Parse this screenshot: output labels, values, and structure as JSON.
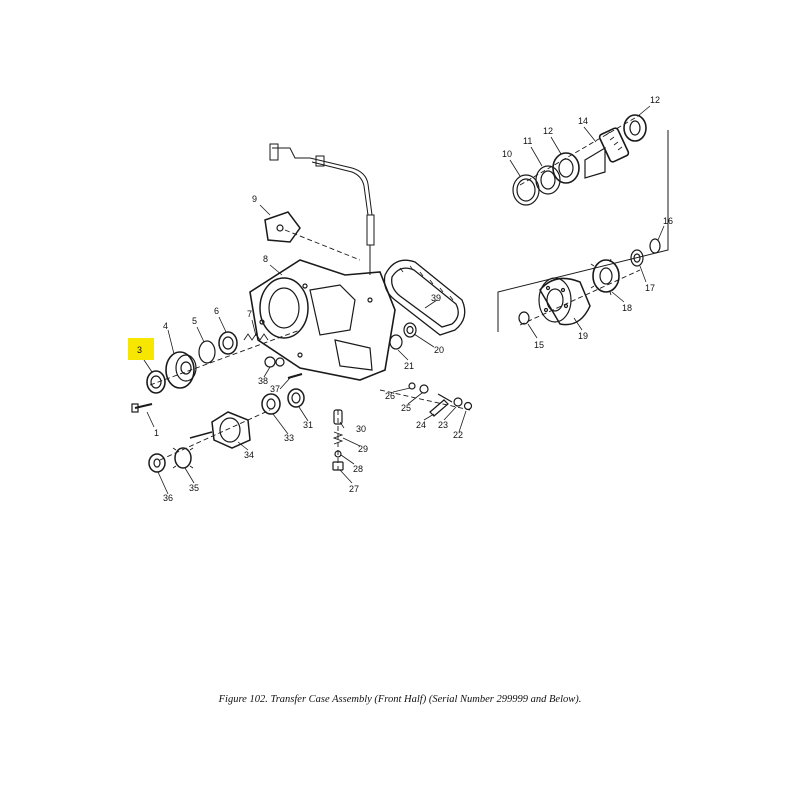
{
  "figure": {
    "caption": "Figure 102.  Transfer Case Assembly (Front Half) (Serial Number 299999 and Below).",
    "highlight_color": "#f7e600",
    "highlighted_callout": "3"
  },
  "callouts": {
    "c1": "1",
    "c3": "3",
    "c4": "4",
    "c5": "5",
    "c6": "6",
    "c7": "7",
    "c8": "8",
    "c9": "9",
    "c10": "10",
    "c11": "11",
    "c12a": "12",
    "c12b": "12",
    "c14": "14",
    "c15": "15",
    "c16": "16",
    "c17": "17",
    "c18": "18",
    "c19": "19",
    "c20": "20",
    "c21": "21",
    "c22": "22",
    "c23": "23",
    "c24": "24",
    "c25": "25",
    "c26": "26",
    "c27": "27",
    "c28": "28",
    "c29": "29",
    "c30": "30",
    "c31": "31",
    "c33": "33",
    "c34": "34",
    "c35": "35",
    "c36": "36",
    "c37": "37",
    "c38": "38",
    "c39": "39"
  }
}
